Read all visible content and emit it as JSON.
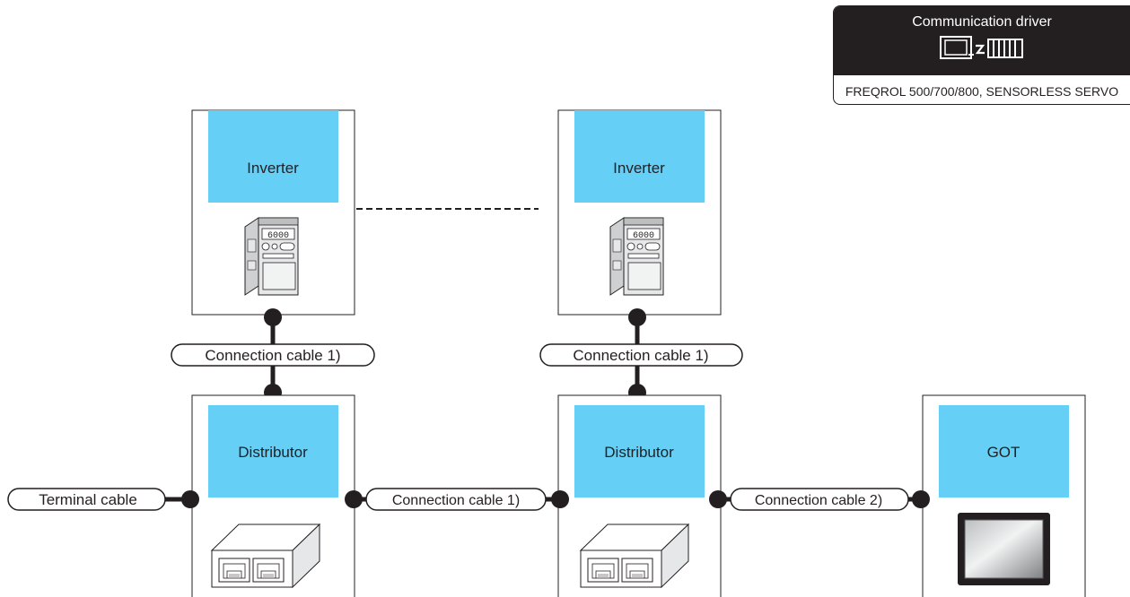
{
  "driver": {
    "title": "Communication driver",
    "icon": "driver-connection-icon",
    "subtitle": "FREQROL 500/700/800, SENSORLESS SERVO"
  },
  "inverters": [
    {
      "label": "Inverter",
      "icon": "inverter-icon"
    },
    {
      "label": "Inverter",
      "icon": "inverter-icon"
    }
  ],
  "distributors": [
    {
      "label": "Distributor",
      "icon": "distributor-icon"
    },
    {
      "label": "Distributor",
      "icon": "distributor-icon"
    }
  ],
  "got": {
    "label": "GOT",
    "icon": "got-screen-icon"
  },
  "cables": {
    "inverter1": "Connection cable 1)",
    "inverter2": "Connection cable 1)",
    "terminal": "Terminal cable",
    "between": "Connection cable 1)",
    "to_got": "Connection cable 2)"
  },
  "colors": {
    "accent": "#66cff6",
    "line": "#231f20",
    "header_bg": "#231f20"
  }
}
